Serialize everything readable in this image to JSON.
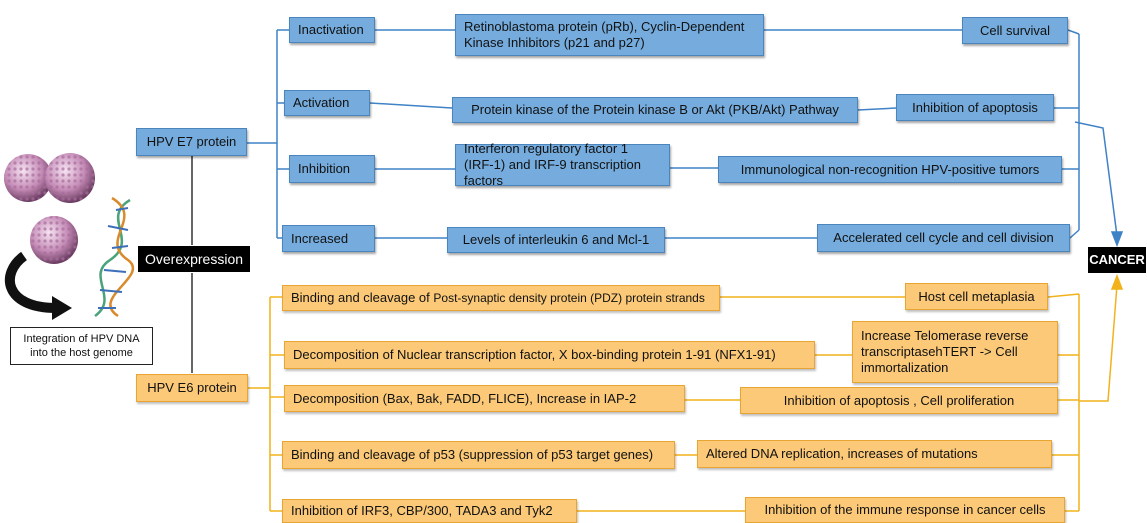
{
  "left": {
    "overexpression": "Overexpression",
    "integration_note": "Integration of HPV DNA into the host genome",
    "e7": "HPV E7 protein",
    "e6": "HPV E6 protein",
    "cancer": "CANCER"
  },
  "e7_rows": [
    {
      "action": "Inactivation",
      "target": "Retinoblastoma protein  (pRb), Cyclin-Dependent  Kinase Inhibitors (p21 and p27)",
      "effect": "Cell survival"
    },
    {
      "action": "Activation",
      "target": "Protein kinase of the Protein kinase B or Akt (PKB/Akt) Pathway",
      "effect": "Inhibition of apoptosis"
    },
    {
      "action": "Inhibition",
      "target": "Interferon regulatory factor 1 (IRF-1) and  IRF-9 transcription factors",
      "effect": "Immunological non-recognition HPV-positive tumors"
    },
    {
      "action": "Increased",
      "target": "Levels of interleukin 6 and Mcl-1",
      "effect": "Accelerated cell cycle and cell division"
    }
  ],
  "e6_rows": [
    {
      "action_pre": "Binding and cleavage of ",
      "action_post": "Post-synaptic density protein (PDZ) protein strands",
      "effect": "Host cell metaplasia"
    },
    {
      "action": "Decomposition of Nuclear transcription factor, X box-binding protein 1-91 (NFX1-91)",
      "effect": "Increase Telomerase reverse transcriptasehTERT -> Cell immortalization"
    },
    {
      "action": "Decomposition (Bax, Bak, FADD,  FLICE), Increase in IAP-2",
      "effect": "Inhibition of apoptosis , Cell proliferation"
    },
    {
      "action": "Binding and cleavage of p53 (suppression of p53 target genes)",
      "effect": "Altered DNA replication, increases of mutations"
    },
    {
      "action": "Inhibition of  IRF3, CBP/300, TADA3 and Tyk2",
      "effect": "Inhibition of the immune response in cancer cells"
    }
  ],
  "colors": {
    "e7_line": "#3f82c6",
    "e6_line": "#f2b21b",
    "blue_box": "#75acdd",
    "yellow_box": "#fbc978"
  }
}
